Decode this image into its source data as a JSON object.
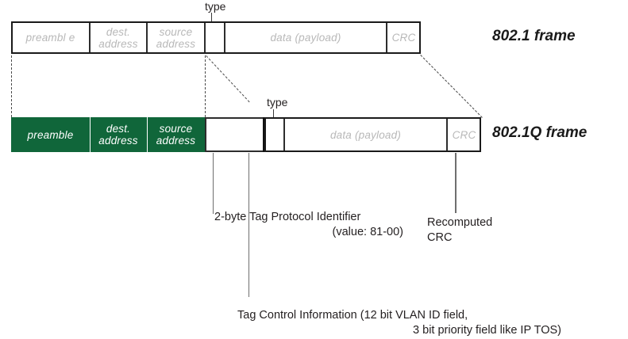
{
  "diagram": {
    "title_802_1": "802.1 frame",
    "title_802_1q": "802.1Q frame",
    "type_label_top": "type",
    "type_label_bottom": "type"
  },
  "frame_802_1": {
    "cells": [
      {
        "label": "preambl e",
        "name": "preamble"
      },
      {
        "label": "dest. address",
        "name": "dest-address"
      },
      {
        "label": "source address",
        "name": "source-address"
      },
      {
        "label": "",
        "name": "type-field"
      },
      {
        "label": "data (payload)",
        "name": "data-payload"
      },
      {
        "label": "CRC",
        "name": "crc"
      }
    ]
  },
  "frame_802_1q": {
    "cells": [
      {
        "label": "preamble",
        "name": "preamble"
      },
      {
        "label": "dest. address",
        "name": "dest-address"
      },
      {
        "label": "source address",
        "name": "source-address"
      },
      {
        "label": "",
        "name": "tag-protocol-identifier-field"
      },
      {
        "label": "",
        "name": "type-field"
      },
      {
        "label": "data (payload)",
        "name": "data-payload"
      },
      {
        "label": "CRC",
        "name": "crc"
      }
    ]
  },
  "annotations": {
    "tpid_line1": "2-byte Tag Protocol Identifier",
    "tpid_line2": "(value: 81-00)",
    "recomputed_line1": "Recomputed",
    "recomputed_line2": "CRC",
    "tci_line1": "Tag Control Information (12 bit VLAN ID field,",
    "tci_line2": "3 bit priority field like IP TOS)"
  },
  "colors": {
    "green": "#10663a",
    "frame_text_gray": "#b8b8b8",
    "outline": "#1a1a1a"
  }
}
